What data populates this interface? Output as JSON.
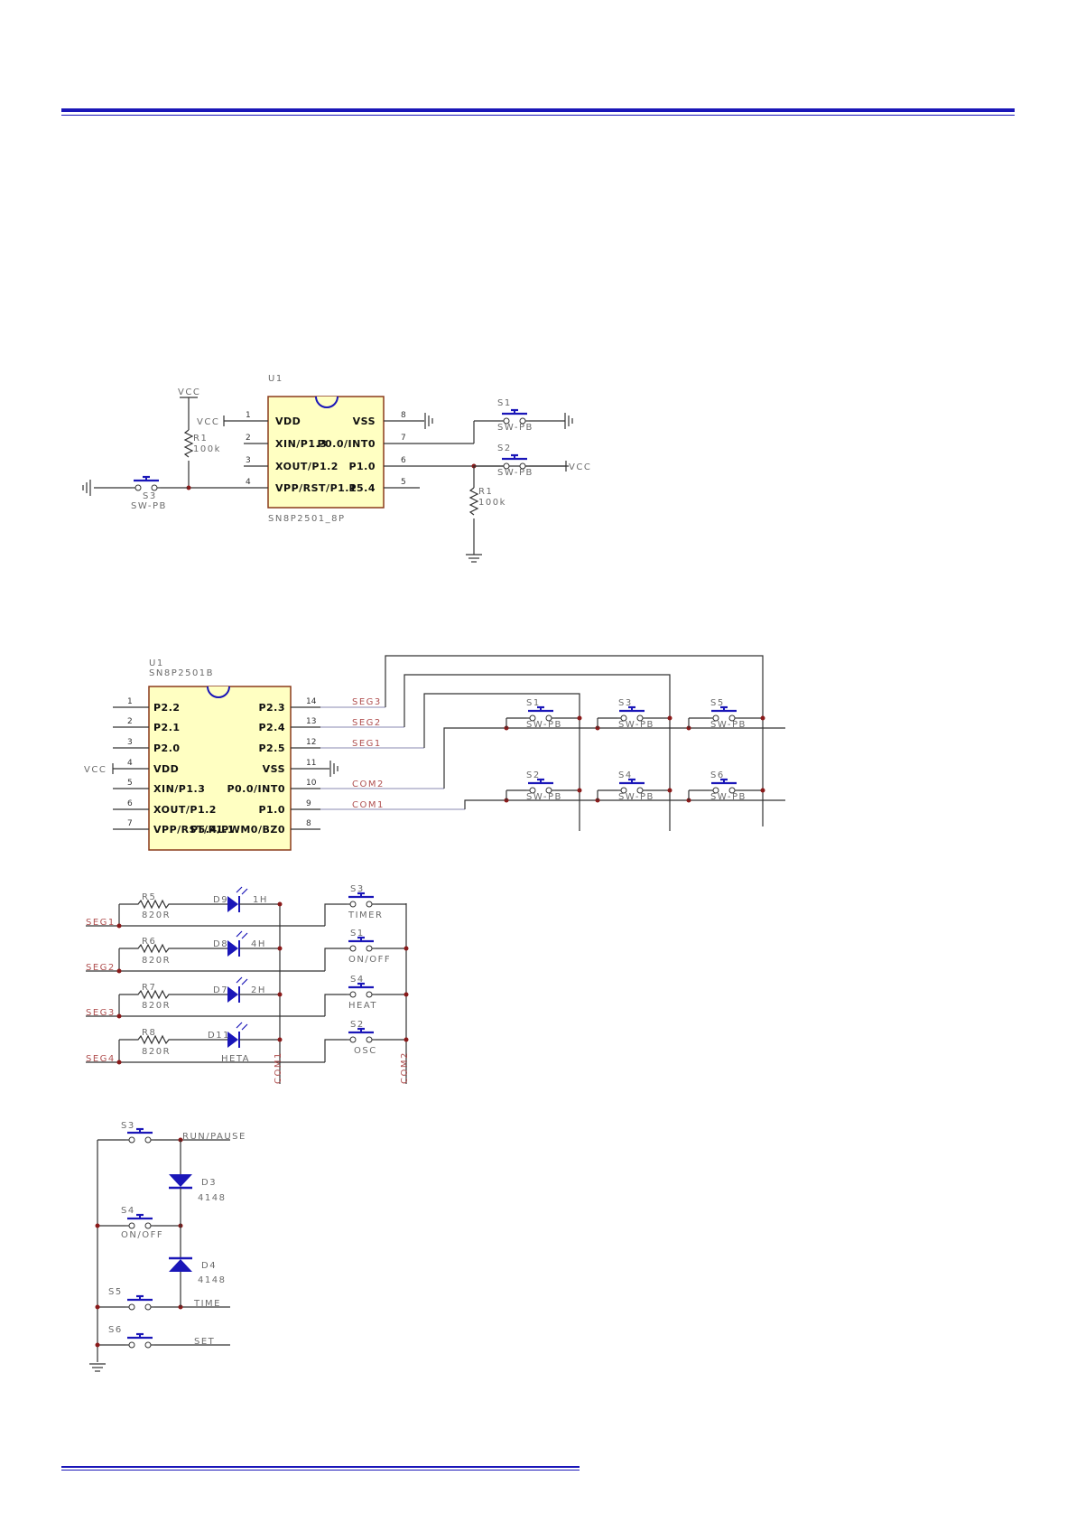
{
  "header_rule_color": "#1a16b8",
  "schematic1": {
    "chip_ref": "U1",
    "chip_part": "SN8P2501_8P",
    "left_pins": [
      {
        "num": "1",
        "label": "VDD"
      },
      {
        "num": "2",
        "label": "XIN/P1.3"
      },
      {
        "num": "3",
        "label": "XOUT/P1.2"
      },
      {
        "num": "4",
        "label": "VPP/RST/P1.1"
      }
    ],
    "right_pins": [
      {
        "num": "8",
        "label": "VSS"
      },
      {
        "num": "7",
        "label": "P0.0/INT0"
      },
      {
        "num": "6",
        "label": "P1.0"
      },
      {
        "num": "5",
        "label": "P5.4"
      }
    ],
    "vcc_top": "VCC",
    "vcc_left": "VCC",
    "r_left_ref": "R1",
    "r_left_val": "100k",
    "s3_ref": "S3",
    "s3_val": "SW-PB",
    "s1_ref": "S1",
    "s1_val": "SW-PB",
    "s2_ref": "S2",
    "s2_val": "SW-PB",
    "vcc_right": "VCC",
    "r_right_ref": "R1",
    "r_right_val": "100k"
  },
  "schematic2": {
    "chip_ref": "U1",
    "chip_part": "SN8P2501B",
    "left_pins": [
      {
        "num": "1",
        "label": "P2.2"
      },
      {
        "num": "2",
        "label": "P2.1"
      },
      {
        "num": "3",
        "label": "P2.0"
      },
      {
        "num": "4",
        "label": "VDD"
      },
      {
        "num": "5",
        "label": "XIN/P1.3"
      },
      {
        "num": "6",
        "label": "XOUT/P1.2"
      },
      {
        "num": "7",
        "label": "VPP/RST/P1.1"
      }
    ],
    "right_pins": [
      {
        "num": "14",
        "label": "P2.3"
      },
      {
        "num": "13",
        "label": "P2.4"
      },
      {
        "num": "12",
        "label": "P2.5"
      },
      {
        "num": "11",
        "label": "VSS"
      },
      {
        "num": "10",
        "label": "P0.0/INT0"
      },
      {
        "num": "9",
        "label": "P1.0"
      },
      {
        "num": "8",
        "label": "P5.4/PWM0/BZ0"
      }
    ],
    "vcc": "VCC",
    "nets": [
      "SEG3",
      "SEG2",
      "SEG1",
      "COM2",
      "COM1"
    ],
    "switches_top": [
      {
        "ref": "S1",
        "val": "SW-PB"
      },
      {
        "ref": "S3",
        "val": "SW-PB"
      },
      {
        "ref": "S5",
        "val": "SW-PB"
      }
    ],
    "switches_bottom": [
      {
        "ref": "S2",
        "val": "SW-PB"
      },
      {
        "ref": "S4",
        "val": "SW-PB"
      },
      {
        "ref": "S6",
        "val": "SW-PB"
      }
    ]
  },
  "schematic3": {
    "rows": [
      {
        "seg": "SEG1",
        "r_ref": "R5",
        "r_val": "820R",
        "d_ref": "D9",
        "d_val": "1H",
        "s_ref": "S3",
        "s_val": "TIMER"
      },
      {
        "seg": "SEG2",
        "r_ref": "R6",
        "r_val": "820R",
        "d_ref": "D8",
        "d_val": "4H",
        "s_ref": "S1",
        "s_val": "ON/OFF"
      },
      {
        "seg": "SEG3",
        "r_ref": "R7",
        "r_val": "820R",
        "d_ref": "D7",
        "d_val": "2H",
        "s_ref": "S4",
        "s_val": "HEAT"
      },
      {
        "seg": "SEG4",
        "r_ref": "R8",
        "r_val": "820R",
        "d_ref": "D11",
        "d_val": "HETA",
        "s_ref": "S2",
        "s_val": "OSC"
      }
    ],
    "com1": "COM1",
    "com2": "COM2"
  },
  "schematic4": {
    "s3": "S3",
    "s4": "S4",
    "s5": "S5",
    "s6": "S6",
    "run_pause": "RUN/PAUSE",
    "on_off": "ON/OFF",
    "time": "TIME",
    "set": "SET",
    "d3_ref": "D3",
    "d3_val": "4148",
    "d4_ref": "D4",
    "d4_val": "4148"
  }
}
